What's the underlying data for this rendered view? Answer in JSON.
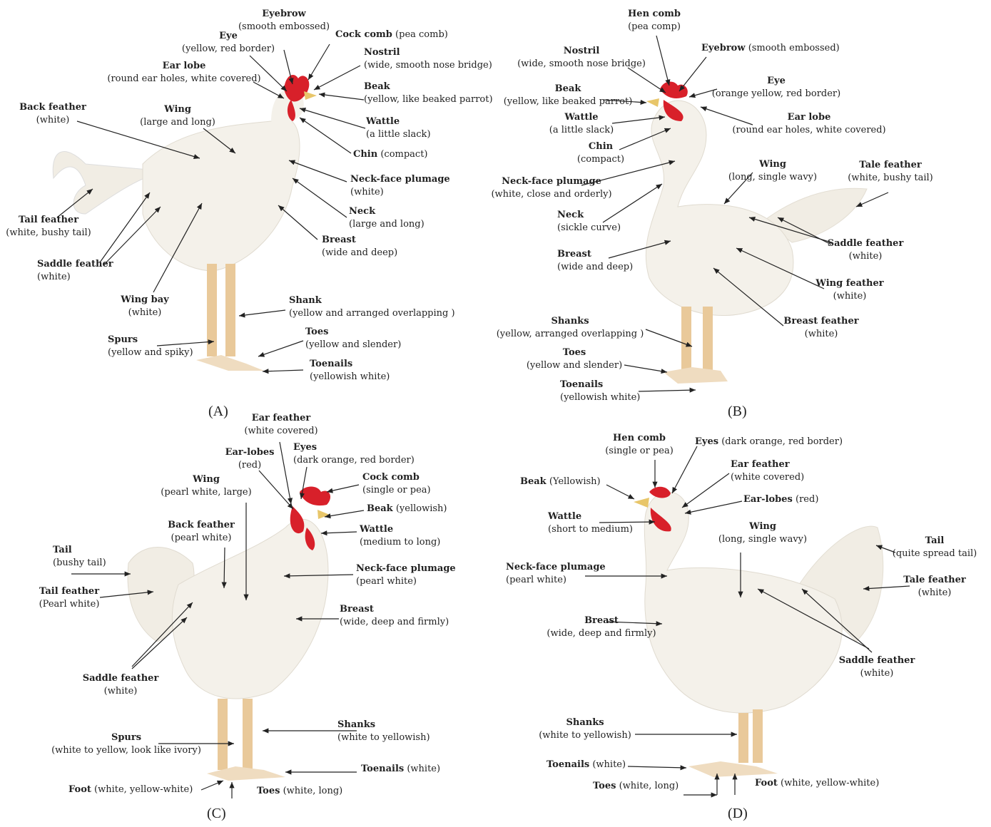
{
  "panels": [
    {
      "letter": "(A)"
    },
    {
      "letter": "(B)"
    },
    {
      "letter": "(C)"
    },
    {
      "letter": "(D)"
    }
  ],
  "A": {
    "eyebrow": {
      "name": "Eyebrow",
      "desc": "(smooth embossed)"
    },
    "eye": {
      "name": "Eye",
      "desc": "(yellow, red border)"
    },
    "cock_comb": {
      "name": "Cock comb",
      "desc": "(pea comb)"
    },
    "nostril": {
      "name": "Nostril",
      "desc": "(wide, smooth nose bridge)"
    },
    "ear_lobe": {
      "name": "Ear lobe",
      "desc": "(round ear holes,  white covered)"
    },
    "beak": {
      "name": "Beak",
      "desc": "(yellow, like beaked parrot)"
    },
    "back_feather": {
      "name": "Back feather",
      "desc": "(white)"
    },
    "wing": {
      "name": "Wing",
      "desc": "(large and  long)"
    },
    "wattle": {
      "name": "Wattle",
      "desc": "(a little slack)"
    },
    "chin": {
      "name": "Chin",
      "desc": "(compact)"
    },
    "neck_face": {
      "name": "Neck-face plumage",
      "desc": "(white)"
    },
    "tail": {
      "name": "Tail feather",
      "desc": "(white, bushy tail)"
    },
    "neck": {
      "name": "Neck",
      "desc": "(large and  long)"
    },
    "breast": {
      "name": "Breast",
      "desc": "(wide and deep)"
    },
    "saddle": {
      "name": "Saddle feather",
      "desc": "(white)"
    },
    "wing_bay": {
      "name": "Wing bay",
      "desc": "(white)"
    },
    "shank": {
      "name": "Shank",
      "desc": "(yellow  and  arranged overlapping )"
    },
    "spurs": {
      "name": "Spurs",
      "desc": "(yellow and  spiky)"
    },
    "toes": {
      "name": "Toes",
      "desc": "(yellow and  slender)"
    },
    "toenails": {
      "name": "Toenails",
      "desc": "(yellowish white)"
    }
  },
  "B": {
    "hen_comb": {
      "name": "Hen comb",
      "desc": "(pea comp)"
    },
    "nostril": {
      "name": "Nostril",
      "desc": "(wide, smooth nose bridge)"
    },
    "eyebrow": {
      "name": "Eyebrow",
      "desc": "(smooth embossed)"
    },
    "beak": {
      "name": "Beak",
      "desc": "(yellow, like beaked parrot)"
    },
    "eye": {
      "name": "Eye",
      "desc": "(orange yellow, red border)"
    },
    "wattle": {
      "name": "Wattle",
      "desc": "(a little slack)"
    },
    "ear_lobe": {
      "name": "Ear lobe",
      "desc": "(round ear holes,  white covered)"
    },
    "chin": {
      "name": "Chin",
      "desc": "(compact)"
    },
    "wing": {
      "name": "Wing",
      "desc": "(long, single wavy)"
    },
    "tale": {
      "name": "Tale feather",
      "desc": "(white, bushy tail)"
    },
    "neck_face": {
      "name": "Neck-face plumage",
      "desc": "(white, close and orderly)"
    },
    "neck": {
      "name": "Neck",
      "desc": "(sickle curve)"
    },
    "saddle": {
      "name": "Saddle feather",
      "desc": "(white)"
    },
    "breast": {
      "name": "Breast",
      "desc": "(wide and deep)"
    },
    "wing_feather": {
      "name": "Wing feather",
      "desc": "(white)"
    },
    "breast_feather": {
      "name": "Breast feather",
      "desc": "(white)"
    },
    "shanks": {
      "name": "Shanks",
      "desc": "(yellow, arranged overlapping )"
    },
    "toes": {
      "name": "Toes",
      "desc": "(yellow and  slender)"
    },
    "toenails": {
      "name": "Toenails",
      "desc": "(yellowish white)"
    }
  },
  "C": {
    "ear_feather": {
      "name": "Ear feather",
      "desc": "(white covered)"
    },
    "ear_lobes": {
      "name": "Ear-lobes",
      "desc": "(red)"
    },
    "eyes": {
      "name": "Eyes",
      "desc": "(dark orange, red border)"
    },
    "wing": {
      "name": "Wing",
      "desc": "(pearl white, large)"
    },
    "cock_comb": {
      "name": "Cock comb",
      "desc": "(single or pea)"
    },
    "beak": {
      "name": "Beak",
      "desc": "(yellowish)"
    },
    "back_feather": {
      "name": "Back feather",
      "desc": "(pearl white)"
    },
    "wattle": {
      "name": "Wattle",
      "desc": "(medium to long)"
    },
    "tail": {
      "name": "Tail",
      "desc": "(bushy tail)"
    },
    "neck_face": {
      "name": "Neck-face plumage",
      "desc": "(pearl white)"
    },
    "tail_feather": {
      "name": "Tail feather",
      "desc": "(Pearl white)"
    },
    "breast": {
      "name": "Breast",
      "desc": "(wide, deep and firmly)"
    },
    "saddle": {
      "name": "Saddle feather",
      "desc": "(white)"
    },
    "shanks": {
      "name": "Shanks",
      "desc": "(white to yellowish)"
    },
    "spurs": {
      "name": "Spurs",
      "desc": "(white to yellow, look like ivory)"
    },
    "toenails": {
      "name": "Toenails",
      "desc": "(white)"
    },
    "foot": {
      "name": "Foot",
      "desc": "(white, yellow-white)"
    },
    "toes": {
      "name": "Toes",
      "desc": "(white, long)"
    }
  },
  "D": {
    "hen_comb": {
      "name": "Hen comb",
      "desc": "(single or pea)"
    },
    "eyes": {
      "name": "Eyes",
      "desc": "(dark orange, red border)"
    },
    "ear_feather": {
      "name": "Ear feather",
      "desc": "(white covered)"
    },
    "beak": {
      "name": "Beak",
      "desc": "(Yellowish)"
    },
    "ear_lobes": {
      "name": "Ear-lobes",
      "desc": "(red)"
    },
    "wattle": {
      "name": "Wattle",
      "desc": "(short to medium)"
    },
    "wing": {
      "name": "Wing",
      "desc": "(long, single wavy)"
    },
    "tail": {
      "name": "Tail",
      "desc": "(quite spread tail)"
    },
    "neck_face": {
      "name": "Neck-face plumage",
      "desc": "(pearl white)"
    },
    "tale": {
      "name": "Tale feather",
      "desc": "(white)"
    },
    "breast": {
      "name": "Breast",
      "desc": "(wide, deep and firmly)"
    },
    "saddle": {
      "name": "Saddle feather",
      "desc": "(white)"
    },
    "shanks": {
      "name": "Shanks",
      "desc": "(white to yellowish)"
    },
    "toenails": {
      "name": "Toenails",
      "desc": "(white)"
    },
    "toes": {
      "name": "Toes",
      "desc": "(white, long)"
    },
    "foot": {
      "name": "Foot",
      "desc": "(white, yellow-white)"
    }
  },
  "colors": {
    "comb": "#d8202a",
    "plumage": "#f3efe6",
    "shank": "#e9c99a",
    "arrow": "#222222"
  }
}
